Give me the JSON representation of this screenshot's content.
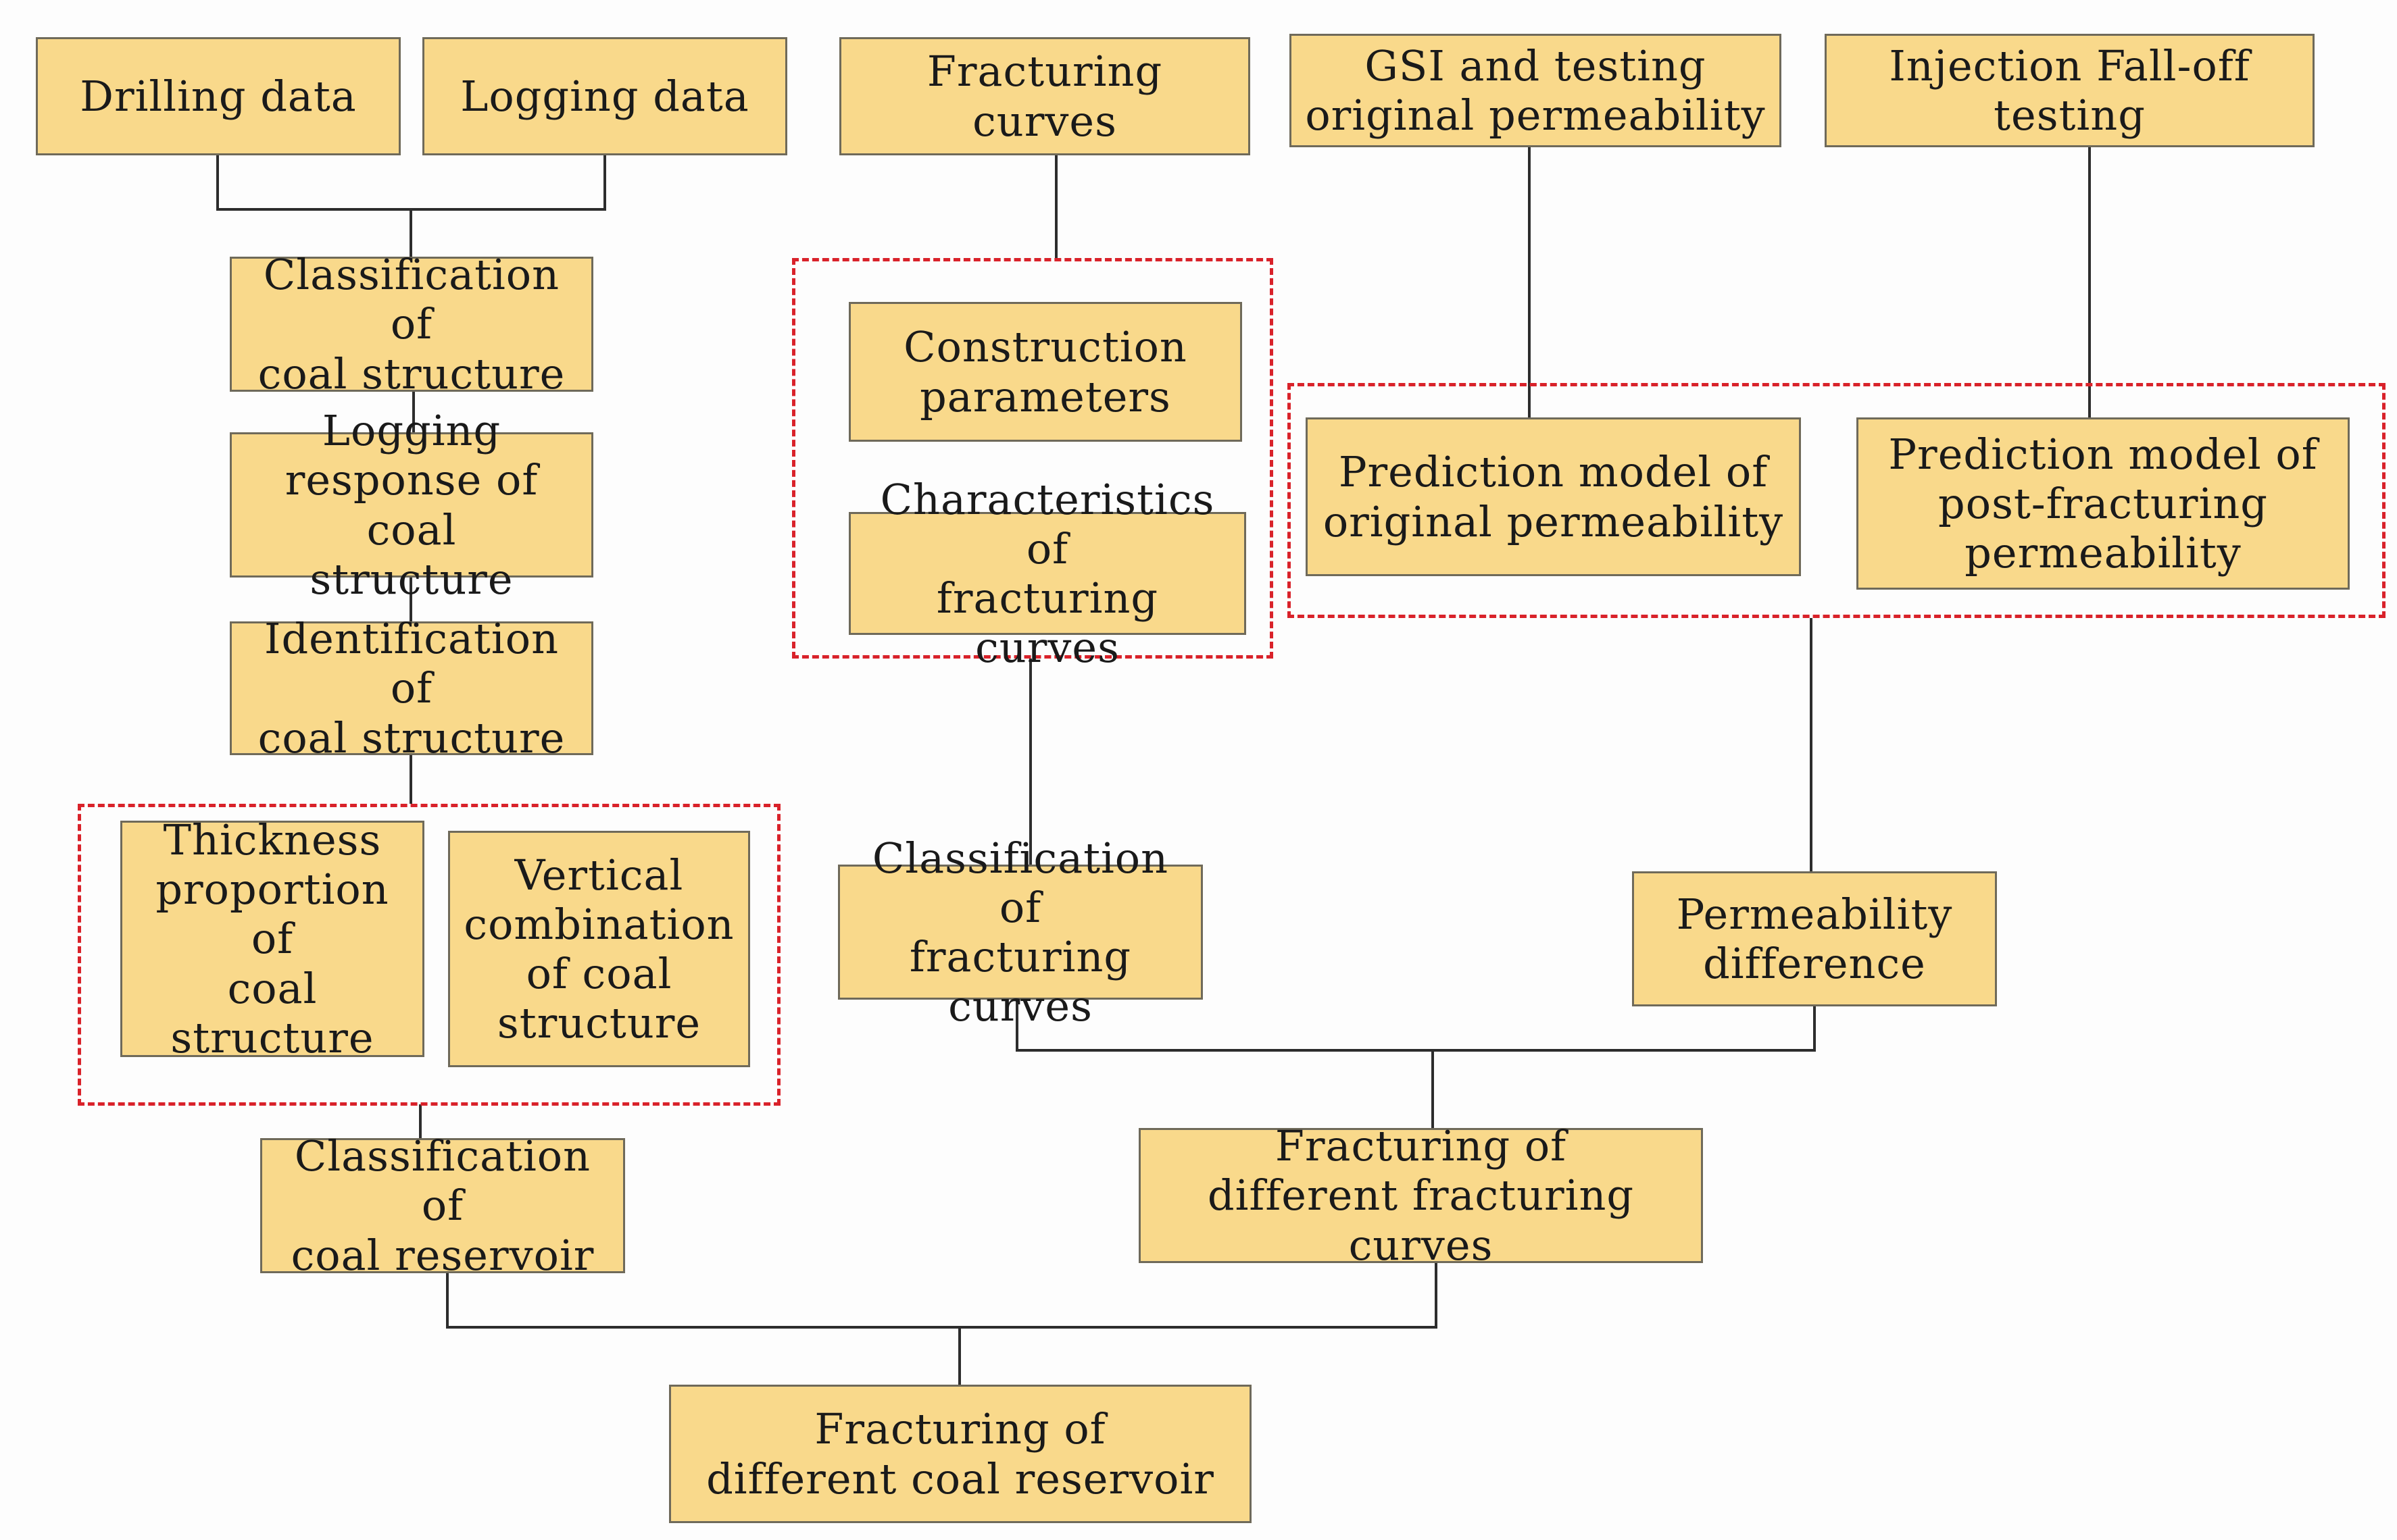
{
  "nodes": {
    "drilling_data": "Drilling data",
    "logging_data": "Logging data",
    "classification_coal_structure": "Classification of\ncoal structure",
    "logging_response": "Logging\nresponse of coal\nstructure",
    "identification_coal_structure": "Identification of\ncoal structure",
    "thickness_proportion": "Thickness\nproportion of\ncoal structure",
    "vertical_combination": "Vertical\ncombination\nof coal\nstructure",
    "classification_coal_reservoir": "Classification of\ncoal reservoir",
    "fracturing_curves": "Fracturing curves",
    "construction_parameters": "Construction\nparameters",
    "characteristics_fracturing_curves": "Characteristics of\nfracturing curves",
    "classification_fracturing_curves": "Classification of\nfracturing curves",
    "gsi_testing": "GSI and testing\noriginal permeability",
    "injection_falloff": "Injection Fall-off\ntesting",
    "prediction_original": "Prediction model of\noriginal permeability",
    "prediction_post": "Prediction model of\npost-fracturing\npermeability",
    "permeability_difference": "Permeability\ndifference",
    "fracturing_different_curves": "Fracturing of\ndifferent fracturing curves",
    "fracturing_different_reservoir": "Fracturing of\ndifferent coal reservoir"
  },
  "colors": {
    "node_fill": "#f9d98b",
    "node_border": "#6f6a5a",
    "group_border": "#d9222a",
    "wire": "#2d2d2d"
  }
}
